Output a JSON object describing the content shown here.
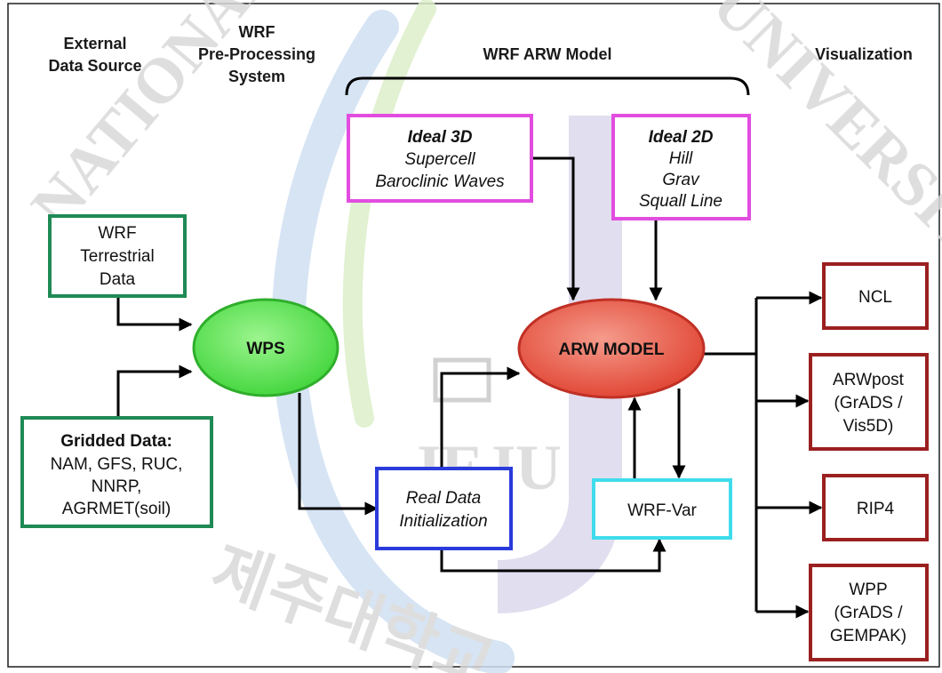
{
  "headers": {
    "external_line1": "External",
    "external_line2": "Data Source",
    "wrf_line1": "WRF",
    "wrf_line2": "Pre-Processing",
    "wrf_line3": "System",
    "arw": "WRF ARW Model",
    "visualization": "Visualization"
  },
  "boxes": {
    "wrf_terrestrial": [
      "WRF",
      "Terrestrial",
      "Data"
    ],
    "gridded_data": [
      "Gridded Data:",
      "NAM, GFS, RUC,",
      "NNRP,",
      "AGRMET(soil)"
    ],
    "wps": "WPS",
    "ideal_3d": [
      "Ideal 3D",
      "Supercell",
      "Baroclinic Waves"
    ],
    "ideal_2d": [
      "Ideal 2D",
      "Hill",
      "Grav",
      "Squall Line"
    ],
    "arw_model": "ARW MODEL",
    "real_data": [
      "Real Data",
      "Initialization"
    ],
    "wrf_var": "WRF-Var",
    "ncl": "NCL",
    "arwpost": [
      "ARWpost",
      "(GrADS /",
      "Vis5D)"
    ],
    "rip4": "RIP4",
    "wpp": [
      "WPP",
      "(GrADS /",
      "GEMPAK)"
    ]
  },
  "watermark": {
    "text": [
      "JEJU",
      "NATIONAL",
      "UNIVERSITY",
      "제주대학교"
    ]
  },
  "colors": {
    "green_box": "#1f8a55",
    "magenta_box": "#e24de0",
    "blue_box": "#2a3bdb",
    "cyan_box": "#3fdcec",
    "red_box": "#9b2020",
    "wps_fill": "#58e04a",
    "arw_fill": "#e8594b"
  }
}
